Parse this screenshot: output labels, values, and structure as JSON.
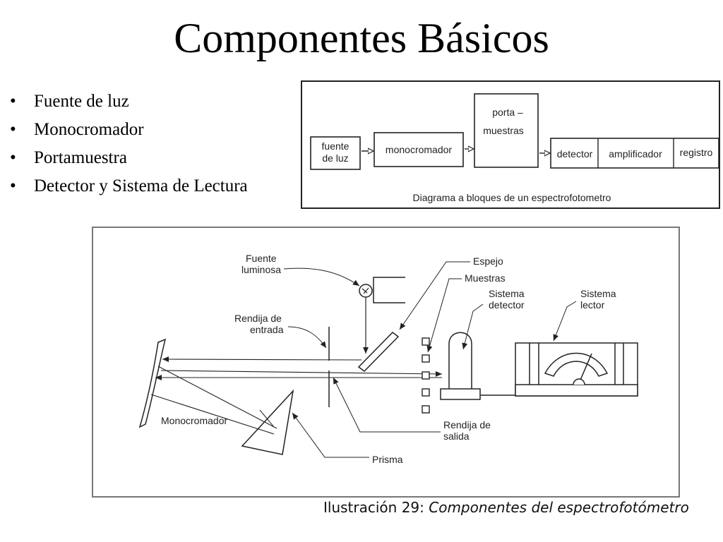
{
  "title": "Componentes Básicos",
  "bullets": [
    "Fuente de luz",
    "Monocromador",
    "Portamuestra",
    "Detector y Sistema de Lectura"
  ],
  "block_diagram": {
    "blocks": {
      "fuente_line1": "fuente",
      "fuente_line2": "de luz",
      "monocromador": "monocromador",
      "porta_line1": "porta –",
      "porta_line2": "muestras",
      "detector": "detector",
      "amplificador": "amplificador",
      "registro": "registro"
    },
    "caption": "Diagrama a bloques de un espectrofotometro"
  },
  "schematic": {
    "labels": {
      "fuente_line1": "Fuente",
      "fuente_line2": "luminosa",
      "rendija_entrada_line1": "Rendija de",
      "rendija_entrada_line2": "entrada",
      "espejo": "Espejo",
      "muestras": "Muestras",
      "sistema_detector_line1": "Sistema",
      "sistema_detector_line2": "detector",
      "sistema_lector_line1": "Sistema",
      "sistema_lector_line2": "lector",
      "monocromador": "Monocromador",
      "rendija_salida_line1": "Rendija de",
      "rendija_salida_line2": "salida",
      "prisma": "Prisma"
    },
    "caption_prefix": "Ilustración 29:",
    "caption_text": "Componentes del espectrofotómetro"
  }
}
